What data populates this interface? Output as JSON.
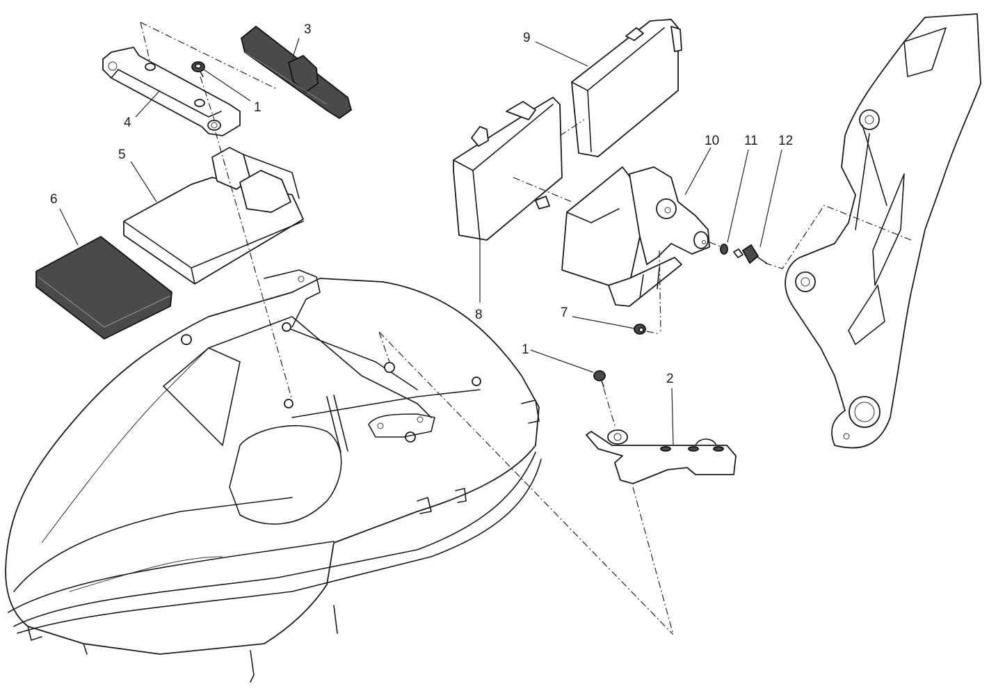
{
  "diagram": {
    "type": "exploded-parts-view",
    "colors": {
      "line": "#1a1a1a",
      "dark_part": "#4a4a4a",
      "background": "#ffffff"
    },
    "callouts": [
      {
        "id": "c1a",
        "label": "1"
      },
      {
        "id": "c1b",
        "label": "1"
      },
      {
        "id": "c2",
        "label": "2"
      },
      {
        "id": "c3",
        "label": "3"
      },
      {
        "id": "c4",
        "label": "4"
      },
      {
        "id": "c5",
        "label": "5"
      },
      {
        "id": "c6",
        "label": "6"
      },
      {
        "id": "c7",
        "label": "7"
      },
      {
        "id": "c8",
        "label": "8"
      },
      {
        "id": "c9",
        "label": "9"
      },
      {
        "id": "c10",
        "label": "10"
      },
      {
        "id": "c11",
        "label": "11"
      },
      {
        "id": "c12",
        "label": "12"
      }
    ]
  }
}
